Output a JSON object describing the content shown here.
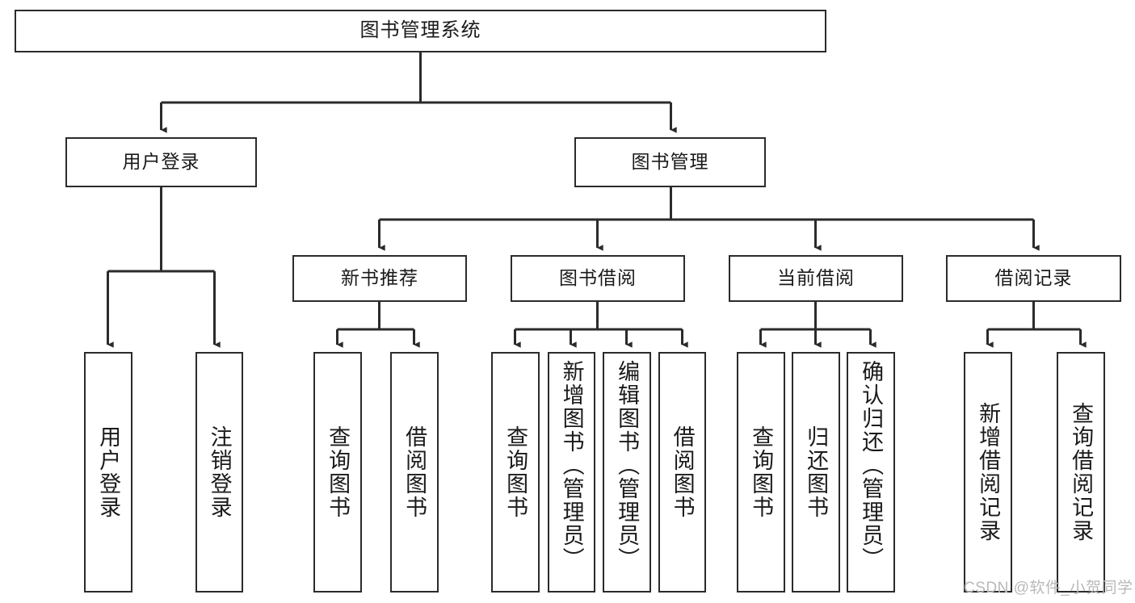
{
  "diagram": {
    "title": "图书管理系统",
    "type": "tree-hierarchy-chart",
    "root": {
      "label": "图书管理系统"
    },
    "level2": [
      {
        "label": "用户登录"
      },
      {
        "label": "图书管理"
      }
    ],
    "level3": [
      {
        "label": "新书推荐"
      },
      {
        "label": "图书借阅"
      },
      {
        "label": "当前借阅"
      },
      {
        "label": "借阅记录"
      }
    ],
    "leaves": {
      "user_login": [
        {
          "label": "用户登录"
        },
        {
          "label": "注销登录"
        }
      ],
      "new_book_recommend": [
        {
          "label": "查询图书"
        },
        {
          "label": "借阅图书"
        }
      ],
      "book_borrow": [
        {
          "label": "查询图书"
        },
        {
          "label": "新增图书（管理员）"
        },
        {
          "label": "编辑图书（管理员）"
        },
        {
          "label": "借阅图书"
        }
      ],
      "current_borrow": [
        {
          "label": "查询图书"
        },
        {
          "label": "归还图书"
        },
        {
          "label": "确认归还（管理员）"
        }
      ],
      "borrow_record": [
        {
          "label": "新增借阅记录"
        },
        {
          "label": "查询借阅记录"
        }
      ]
    }
  },
  "watermark": {
    "text": "CSDN @软件_小贺同学"
  },
  "colors": {
    "stroke": "#2b2b2b",
    "text": "#1a1a1a",
    "background": "#ffffff",
    "watermark": "#b9b9b9"
  }
}
